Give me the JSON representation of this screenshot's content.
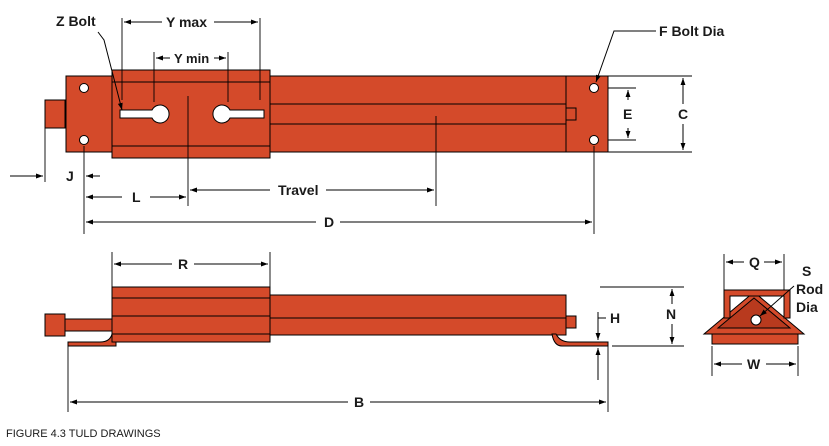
{
  "labels": {
    "z_bolt": "Z Bolt",
    "y_max": "Y max",
    "y_min": "Y min",
    "f_bolt_dia": "F Bolt Dia",
    "e": "E",
    "c": "C",
    "j": "J",
    "l": "L",
    "travel": "Travel",
    "d": "D",
    "r": "R",
    "h": "H",
    "n": "N",
    "b": "B",
    "q": "Q",
    "s": "S",
    "rod": "Rod",
    "dia": "Dia",
    "w": "W"
  },
  "caption": "FIGURE 4.3 TULD DRAWINGS",
  "colors": {
    "part": "#d44a2a",
    "part_shadow": "#b83a1e",
    "line": "#000000"
  }
}
